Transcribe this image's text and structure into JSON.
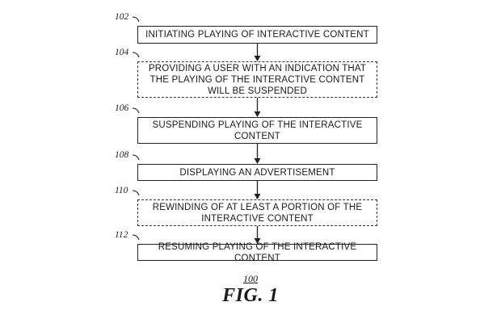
{
  "diagram": {
    "steps": [
      {
        "ref": "102",
        "lines": [
          "INITIATING PLAYING OF INTERACTIVE CONTENT"
        ],
        "optional": false
      },
      {
        "ref": "104",
        "lines": [
          "PROVIDING A USER WITH AN INDICATION THAT",
          "THE PLAYING OF THE INTERACTIVE CONTENT",
          "WILL BE SUSPENDED"
        ],
        "optional": true
      },
      {
        "ref": "106",
        "lines": [
          "SUSPENDING PLAYING OF THE INTERACTIVE",
          "CONTENT"
        ],
        "optional": false
      },
      {
        "ref": "108",
        "lines": [
          "DISPLAYING AN ADVERTISEMENT"
        ],
        "optional": false
      },
      {
        "ref": "110",
        "lines": [
          "REWINDING OF AT LEAST A PORTION OF THE",
          "INTERACTIVE CONTENT"
        ],
        "optional": true
      },
      {
        "ref": "112",
        "lines": [
          "RESUMING PLAYING OF THE INTERACTIVE CONTENT"
        ],
        "optional": false
      }
    ],
    "figure_number": "100",
    "figure_title": "FIG. 1"
  }
}
